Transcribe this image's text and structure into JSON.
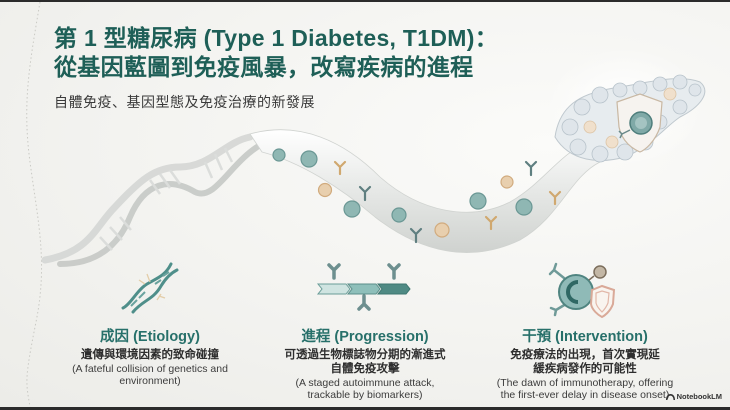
{
  "header": {
    "title_line1": "第 1 型糖尿病 (Type 1 Diabetes, T1DM)：",
    "title_line2": "從基因藍圖到免疫風暴，改寫疾病的進程",
    "subtitle": "自體免疫、基因型態及免疫治療的新發展"
  },
  "columns": [
    {
      "icon": "dna-break-icon",
      "heading": "成因 (Etiology)",
      "zh_lines": [
        "遺傳與環境因素的致命碰撞"
      ],
      "en_lines": [
        "(A fateful collision of genetics and",
        "environment)"
      ]
    },
    {
      "icon": "staged-progression-antibody-icon",
      "heading": "進程 (Progression)",
      "zh_lines": [
        "可透過生物標誌物分期的漸進式",
        "自體免疫攻擊"
      ],
      "en_lines": [
        "(A staged autoimmune attack,",
        "trackable by biomarkers)"
      ]
    },
    {
      "icon": "immune-cell-shield-icon",
      "heading": "干預 (Intervention)",
      "zh_lines": [
        "免疫療法的出現，首次實現延",
        "緩疾病發作的可能性"
      ],
      "en_lines": [
        "(The dawn of immunotherapy, offering",
        "the first-ever delay in disease onset)"
      ]
    }
  ],
  "illustration": {
    "description": "DNA double helix transforming into a ribbon carrying immune cells and antibodies toward a pancreas with a shielded beta cell",
    "elements": [
      "dna-helix",
      "immune-ribbon",
      "t-cells",
      "antibodies",
      "pancreas",
      "shield",
      "beta-cell"
    ]
  },
  "brand": {
    "icon": "notebooklm-logo-icon",
    "label": "NotebookLM"
  },
  "colors": {
    "title": "#1e5f57",
    "heading": "#27706a",
    "teal_cell": "#6fa3a0",
    "tan_cell": "#d7b48a",
    "dark_antibody": "#4d6f70",
    "background": "#f3f3f0"
  }
}
